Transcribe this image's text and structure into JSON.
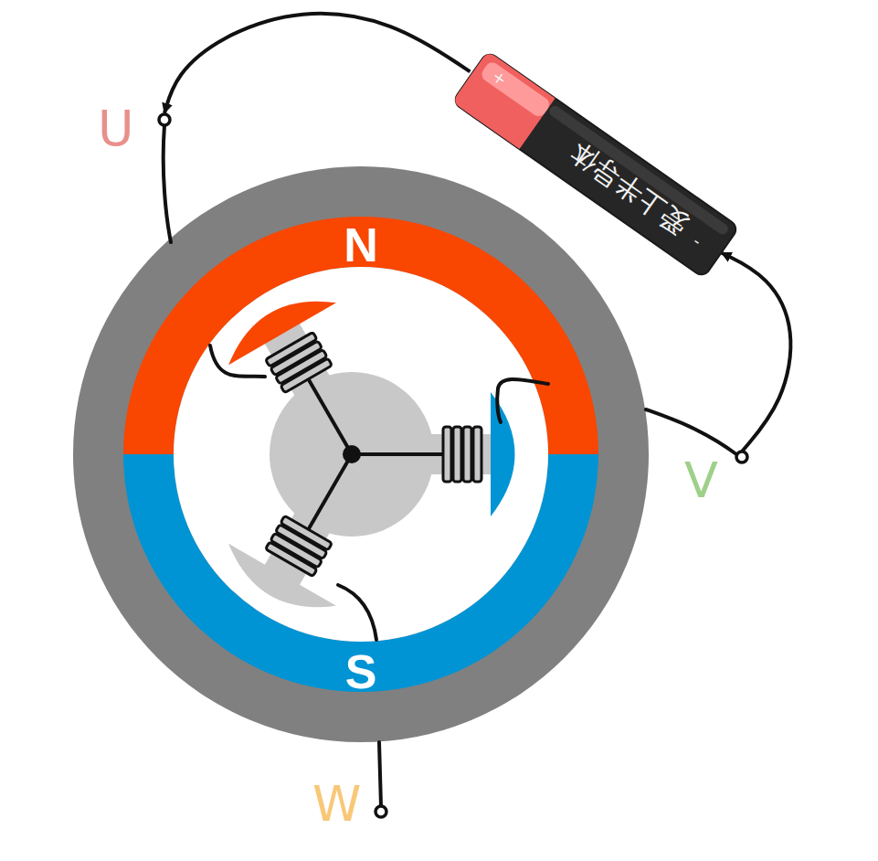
{
  "diagram": {
    "nodes": [
      {
        "text": [
          "+",
          "爱上半导体",
          "-"
        ]
      },
      {
        "text": [
          "U"
        ]
      },
      {
        "text": [
          "V"
        ]
      },
      {
        "text": [
          "W"
        ]
      }
    ],
    "edges": [
      {
        "from": 0,
        "to": 1,
        "arrow": "to"
      },
      {
        "from": 2,
        "to": 0,
        "arrow": "to"
      }
    ],
    "labels": [
      "N",
      "S"
    ]
  }
}
